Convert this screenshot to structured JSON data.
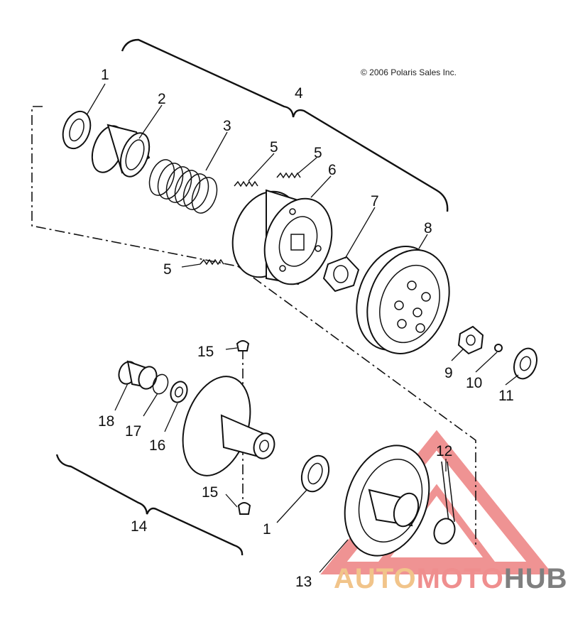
{
  "copyright": "© 2006 Polaris Sales Inc.",
  "callouts": {
    "c1a": "1",
    "c2": "2",
    "c3": "3",
    "c4": "4",
    "c5a": "5",
    "c5b": "5",
    "c5c": "5",
    "c6": "6",
    "c7": "7",
    "c8": "8",
    "c9": "9",
    "c10": "10",
    "c11": "11",
    "c15a": "15",
    "c18": "18",
    "c17": "17",
    "c16": "16",
    "c15b": "15",
    "c14": "14",
    "c1b": "1",
    "c12": "12",
    "c13": "13"
  },
  "watermark": {
    "part1": "AUTO",
    "part2": "MOTO",
    "part3": "HUB"
  },
  "colors": {
    "line": "#111111",
    "wm_triangle": "#e23b3b",
    "wm_auto": "#f1c48a",
    "wm_moto": "#ef8e8e",
    "wm_hub": "#7f7f7f"
  }
}
